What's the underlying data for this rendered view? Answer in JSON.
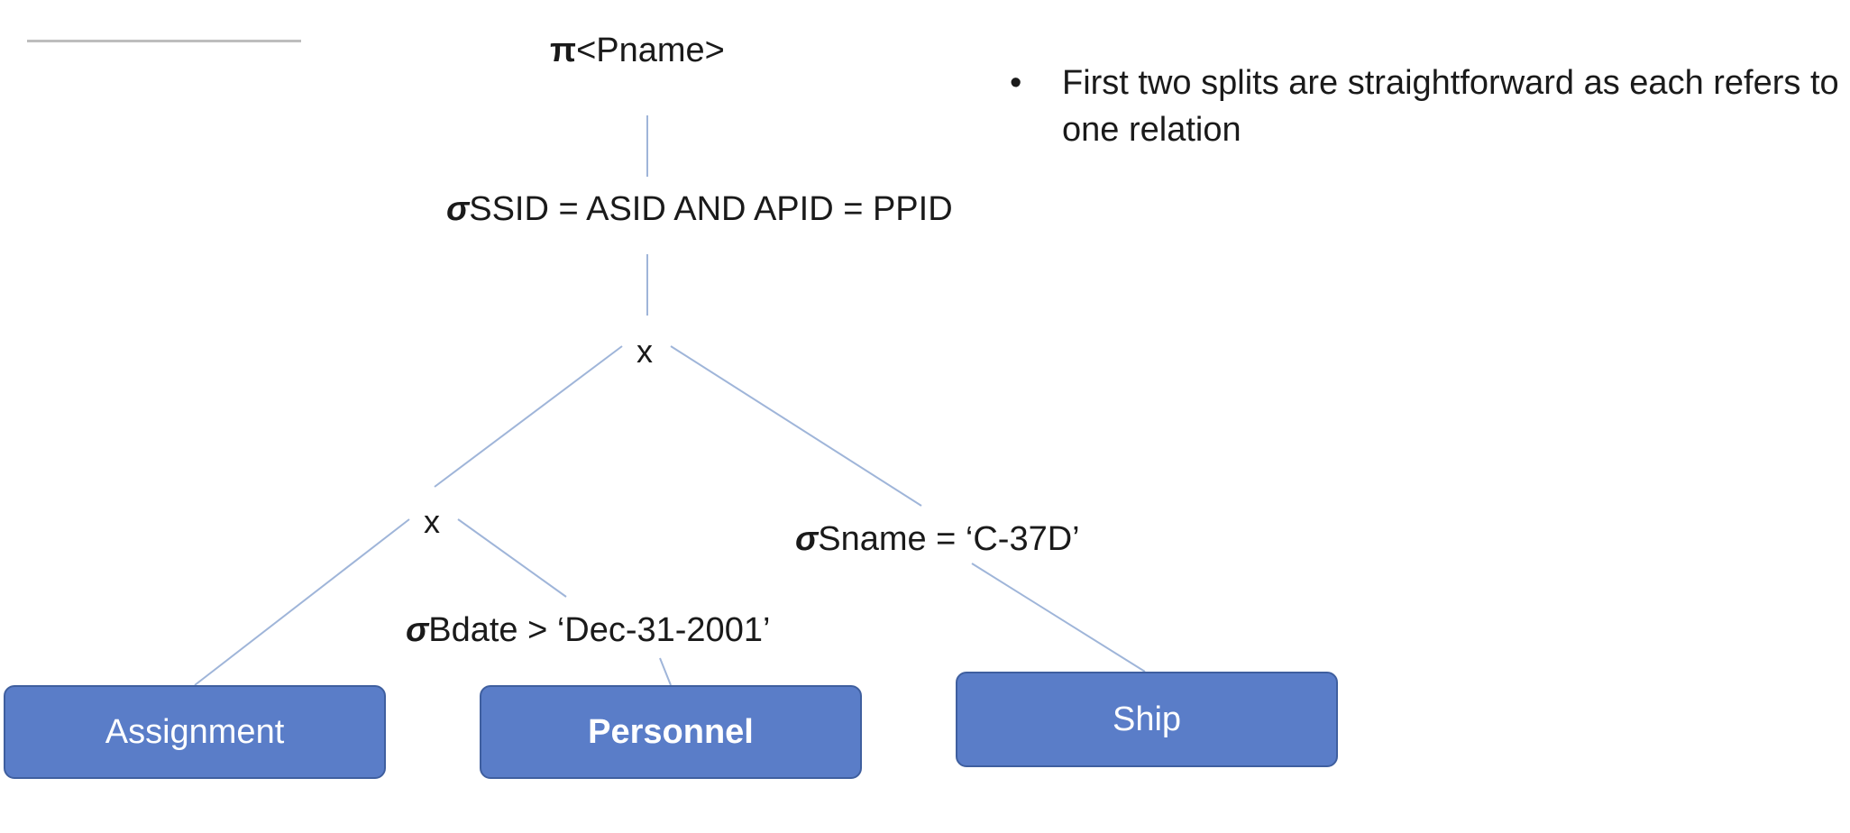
{
  "tree": {
    "projection": {
      "symbol": "π",
      "text": "<Pname>"
    },
    "join_selection": {
      "symbol": "σ",
      "text": "SSID = ASID AND APID = PPID"
    },
    "top_product": "x",
    "lower_product": "x",
    "ship_selection": {
      "symbol": "σ",
      "text": "Sname = ‘C-37D’"
    },
    "bdate_selection": {
      "symbol": "σ",
      "text": "Bdate > ‘Dec-31-2001’"
    },
    "relations": {
      "assignment": "Assignment",
      "personnel": "Personnel",
      "ship": "Ship"
    }
  },
  "notes": {
    "bullet_symbol": "•",
    "items": [
      "First two splits are straightforward as each refers to one relation"
    ]
  },
  "colors": {
    "relation_fill": "#5a7dc8",
    "relation_border": "#3f5f9f",
    "edge": "#9fb5d9",
    "rule": "#bdbdbd"
  }
}
